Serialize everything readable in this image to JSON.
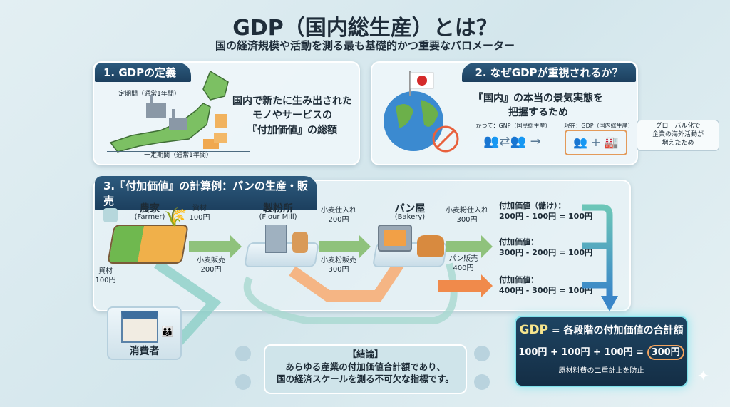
{
  "header": {
    "title": "GDP（国内総生産）とは？",
    "subtitle": "国の経済規模や活動を測る最も基礎的かつ重要なバロメーター"
  },
  "section1": {
    "title": "1. GDPの定義",
    "period_top": "一定期間（通常1年間）",
    "period_bottom": "一定期間（通常1年間）",
    "description": [
      "国内で新たに生み出された",
      "モノやサービスの",
      "『付加価値』の総額"
    ]
  },
  "section2": {
    "title": "2. なぜGDPが重視されるか？",
    "reason": [
      "『国内』の本当の景気実態を",
      "把握するため"
    ],
    "past_label": "かつて：GNP（国民総生産）",
    "now_label": "現在：GDP（国内総生産）",
    "callout": [
      "グローバル化で",
      "企業の海外活動が",
      "増えたため"
    ]
  },
  "section3": {
    "title": "3.『付加価値』の計算例：パンの生産・販売",
    "stages": [
      {
        "name": "農家",
        "en": "(Farmer)",
        "input": [
          "資材",
          "100円"
        ],
        "input2": [
          "資材",
          "100円"
        ],
        "sale": [
          "小麦販売",
          "200円"
        ]
      },
      {
        "name": "製粉所",
        "en": "(Flour Mill)",
        "input": [
          "小麦仕入れ",
          "200円"
        ],
        "sale": [
          "小麦粉販売",
          "300円"
        ]
      },
      {
        "name": "パン屋",
        "en": "(Bakery)",
        "input": [
          "小麦粉仕入れ",
          "300円"
        ],
        "sale": [
          "パン販売",
          "400円"
        ]
      }
    ],
    "consumer": "消費者",
    "values": [
      {
        "label": "付加価値（儲け）：",
        "calc": "200円 - 100円 = 100円"
      },
      {
        "label": "付加価値：",
        "calc": "300円 - 200円 = 100円"
      },
      {
        "label": "付加価値：",
        "calc": "400円 - 300円 = 100円"
      }
    ]
  },
  "conclusion": {
    "title": "【結論】",
    "lines": [
      "あらゆる産業の付加価値合計額であり、",
      "国の経済スケールを測る不可欠な指標です。"
    ]
  },
  "gdp_box": {
    "gdp": "GDP",
    "formula": "= 各段階の付加価値の合計額",
    "sum": "100円 + 100円 + 100円 =",
    "total": "300円",
    "note": "原材料費の二重計上を防止"
  },
  "colors": {
    "header_bg": "#1c3f5e",
    "green_arrow": "#8fc27c",
    "orange_arrow": "#f08a4b",
    "gdp_box": "#17344f",
    "highlight": "#f2a35e",
    "gdp_text": "#f6e58d"
  }
}
